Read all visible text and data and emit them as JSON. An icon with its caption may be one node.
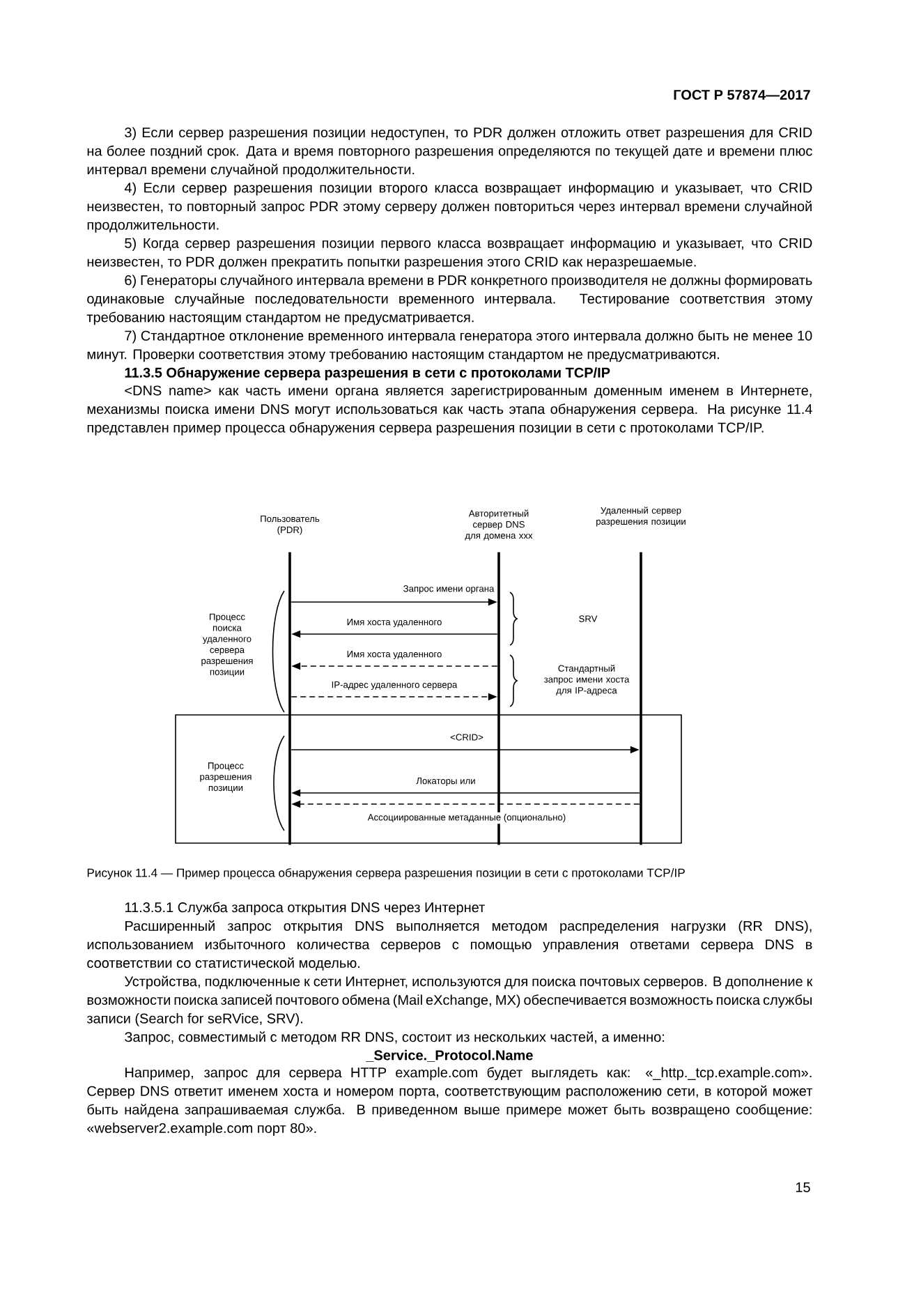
{
  "diagram": {
    "caption": "Рисунок 11.4 — Пример процесса обнаружения сервера разрешения позиции в сети с протоколами TCP/IP",
    "nodes": [
      {
        "text": [
          "Пользователь (PDR)"
        ]
      },
      {
        "text": [
          "Авторитетный сервер DNS для домена xxx"
        ]
      },
      {
        "text": [
          "Удаленный сервер разрешения позиции"
        ]
      },
      {
        "text": [],
        "shape": "bar"
      },
      {
        "text": [],
        "shape": "bar"
      },
      {
        "text": [],
        "shape": "bar"
      }
    ],
    "edges": [
      {
        "from": 3,
        "to": 4,
        "arrow": "to",
        "label": "Запрос имени органа"
      },
      {
        "from": 4,
        "to": 3,
        "arrow": "to",
        "label": "Имя хоста удаленного"
      },
      {
        "from": 4,
        "to": 3,
        "arrow": "to",
        "label": "Имя хоста удаленного",
        "style": "dashed"
      },
      {
        "from": 3,
        "to": 4,
        "arrow": "to",
        "label": "IP-адрес удаленного сервера",
        "style": "dashed"
      },
      {
        "from": 3,
        "to": 5,
        "arrow": "to",
        "label": "<CRID>"
      },
      {
        "from": 5,
        "to": 3,
        "arrow": "to",
        "label": "Локаторы или"
      },
      {
        "from": 5,
        "to": 3,
        "arrow": "to",
        "label": "Ассоциированные метаданные (опционально)",
        "style": "dashed"
      }
    ],
    "labels": [
      "ГОСТ Р 57874—2017",
      "3) Если сервер разрешения позиции недоступен, то PDR должен отложить ответ разрешения для CRID на более поздний срок. Дата и время повторного разрешения определяются по текущей дате и времени плюс интервал времени случайной продолжительности.",
      "4) Если сервер разрешения позиции второго класса возвращает информацию и указывает, что CRID неизвестен, то повторный запрос PDR этому серверу должен повториться через интервал времени случайной продолжительности.",
      "5) Когда сервер разрешения позиции первого класса возвращает информацию и указывает, что CRID неизвестен, то PDR должен прекратить попытки разрешения этого CRID как неразрешаемые.",
      "6) Генераторы случайного интервала времени в PDR конкретного производителя не должны формировать одинаковые случайные последовательности временного интервала. Тестирование соответствия этому требованию настоящим стандартом не предусматривается.",
      "7) Стандартное отклонение временного интервала генератора этого интервала должно быть не менее 10 минут. Проверки соответствия этому требованию настоящим стандартом не предусматриваются.",
      "11.3.5 Обнаружение сервера разрешения в сети с протоколами TCP/IP",
      "<DNS name> как часть имени органа является зарегистрированным доменным именем в Интернете, механизмы поиска имени DNS могут использоваться как часть этапа обнаружения сервера. На рисунке 11.4 представлен пример процесса обнаружения сервера разрешения позиции в сети с протоколами TCP/IP.",
      "Процесс поиска удаленного сервера разрешения позиции",
      "SRV",
      "Стандартный запрос имени хоста для IP-адреса",
      "Процесс разрешения позиции",
      "11.3.5.1 Служба запроса открытия DNS через Интернет",
      "Расширенный запрос открытия DNS выполняется методом распределения нагрузки (RR DNS), использованием избыточного количества серверов с помощью управления ответами сервера DNS в соответствии со статистической моделью.",
      "Устройства, подключенные к сети Интернет, используются для поиска почтовых серверов. В дополнение к возможности поиска записей почтового обмена (Mail eXchange, MX) обеспечивается возможность поиска службы записи (Search for seRVice, SRV).",
      "Запрос, совместимый с методом RR DNS, состоит из нескольких частей, а именно:",
      "_Service._Protocol.Name",
      "Например, запрос для сервера HTTP example.com будет выглядеть как: «_http._tcp.example.com». Сервер DNS ответит именем хоста и номером порта, соответствующим расположению сети, в которой может быть найдена запрашиваемая служба. В приведенном выше примере может быть возвращено сообщение: «webserver2.example.com порт 80».",
      "15"
    ]
  }
}
